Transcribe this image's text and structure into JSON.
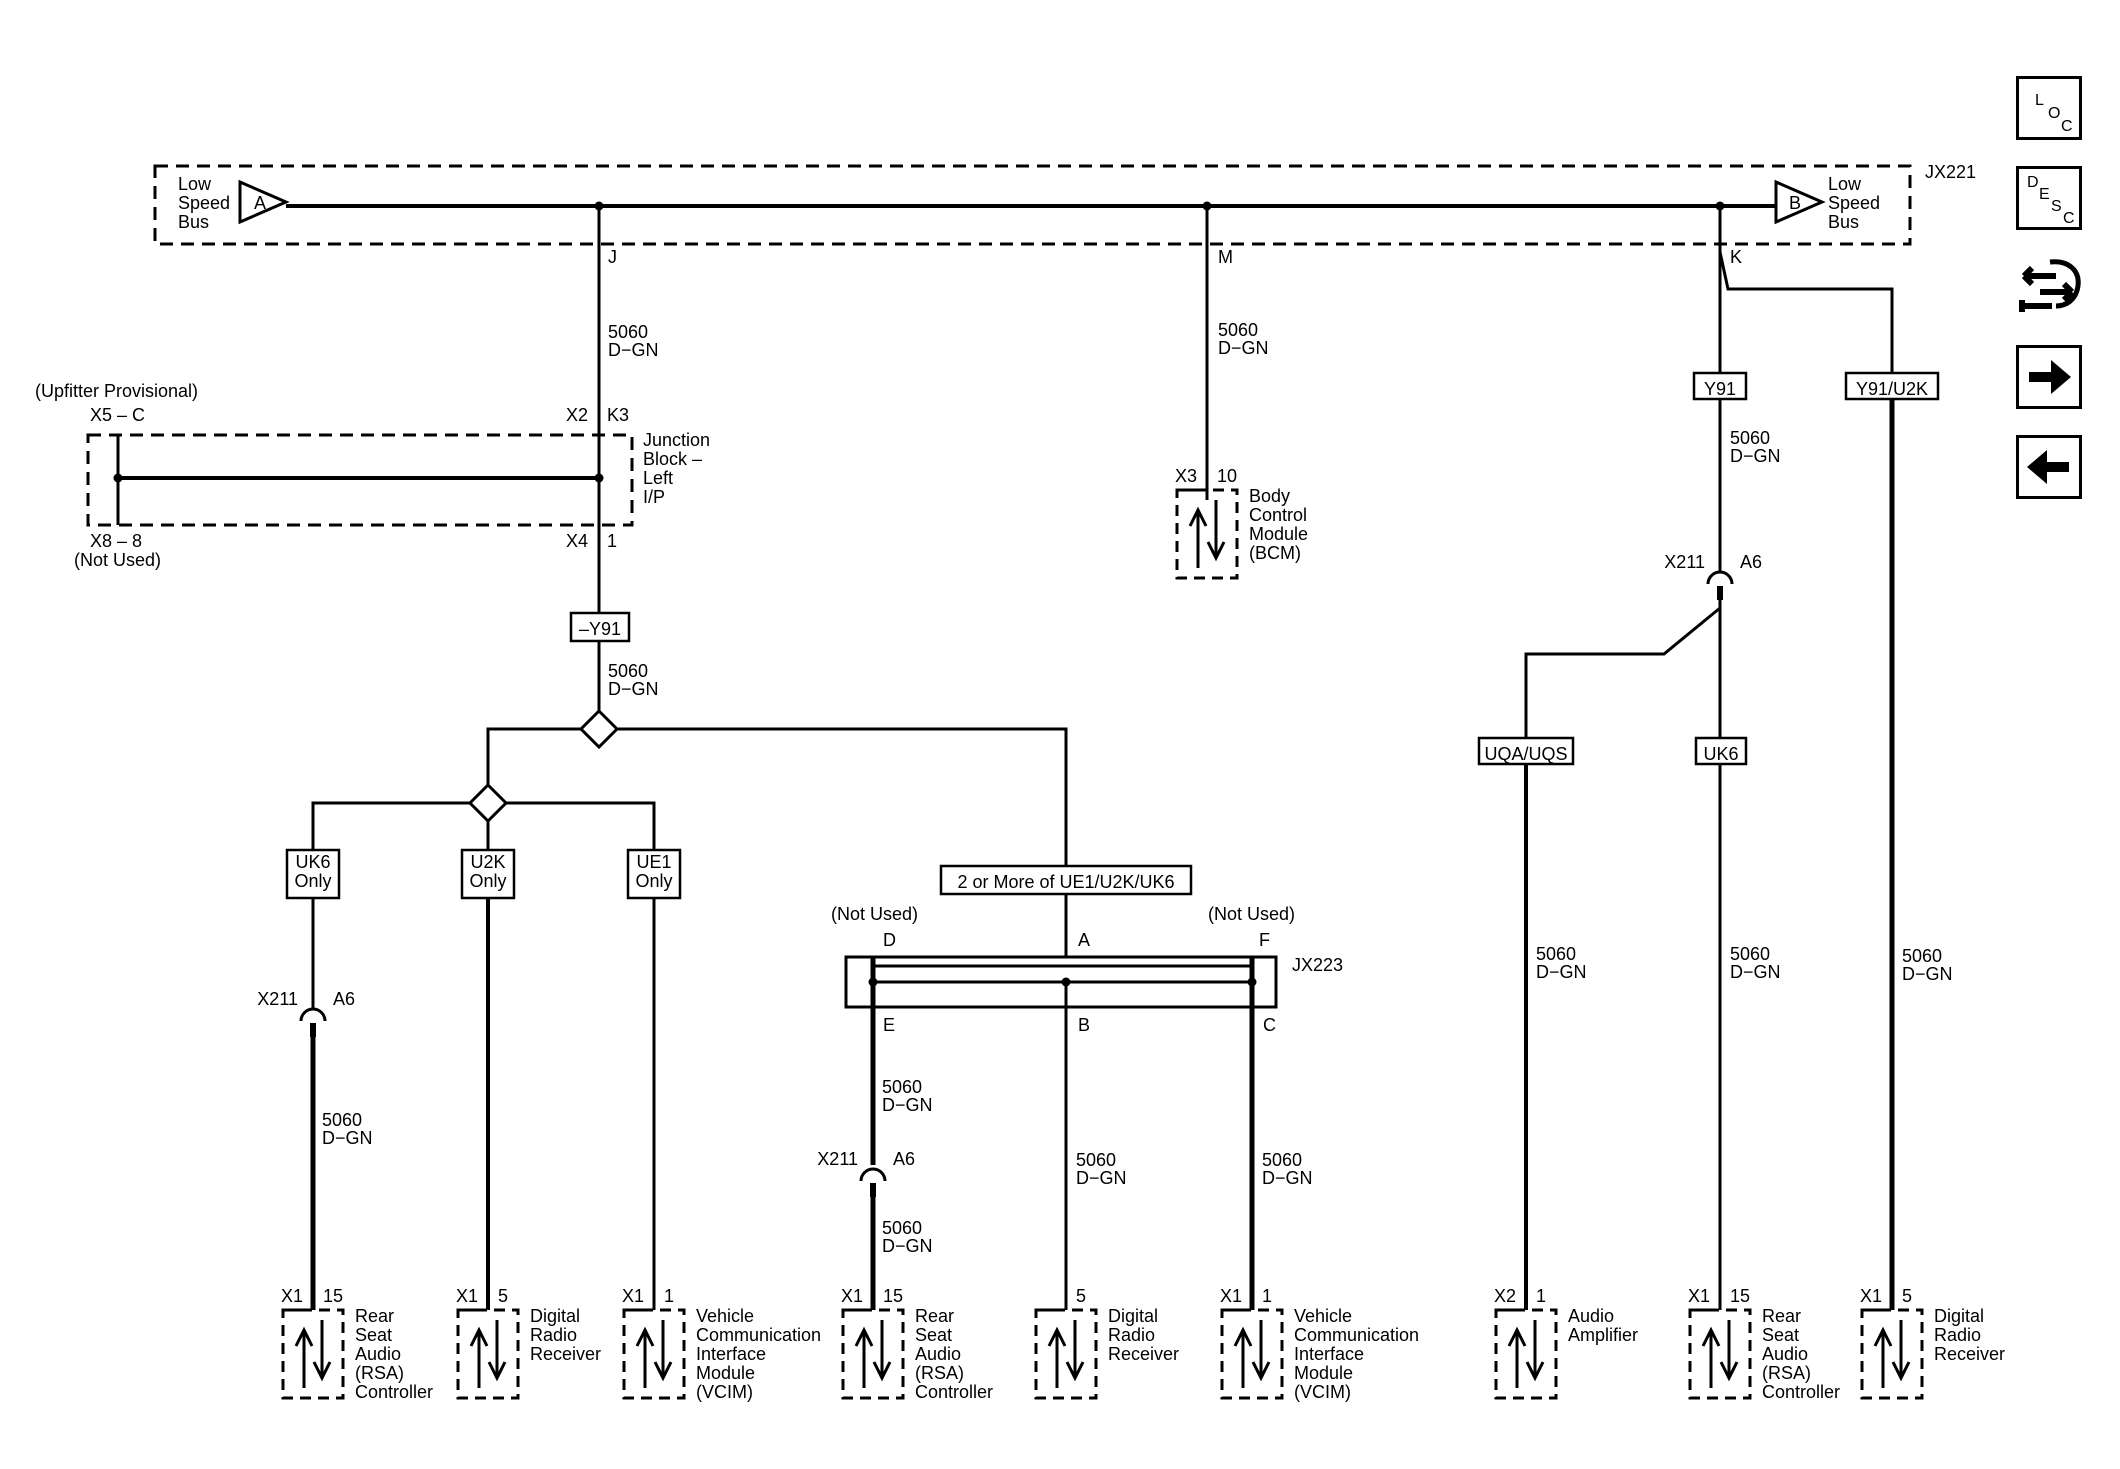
{
  "bus": {
    "left_label": "Low Speed Bus",
    "right_label": "Low Speed Bus",
    "left_connector": "A",
    "right_connector": "B",
    "id": "JX221"
  },
  "branch_pins": {
    "j": "J",
    "m": "M",
    "k": "K"
  },
  "wire": {
    "number": "5060",
    "color": "D−GN"
  },
  "junction_block": {
    "title": "(Upfitter Provisional)",
    "name": "Junction Block – Left I/P",
    "x5": "X5 – C",
    "x8": "X8 – 8",
    "not_used": "(Not Used)",
    "x2": "X2",
    "k3": "K3",
    "x4": "X4",
    "pin1": "1"
  },
  "options": {
    "not_y91": "–Y91",
    "uk6_only": "UK6 Only",
    "u2k_only": "U2K Only",
    "ue1_only": "UE1 Only",
    "two_or_more": "2 or More of UE1/U2K/UK6",
    "y91": "Y91",
    "y91_u2k": "Y91/U2K",
    "uqa_uqs": "UQA/UQS",
    "uk6": "UK6"
  },
  "splice": {
    "id": "JX223",
    "not_used": "(Not Used)",
    "pins": [
      "D",
      "A",
      "F",
      "E",
      "B",
      "C"
    ]
  },
  "inline": {
    "connector": "X211",
    "pin": "A6"
  },
  "modules": {
    "bcm": {
      "connector": "X3",
      "pin": "10",
      "name": "Body Control Module (BCM)"
    },
    "rsa1": {
      "connector": "X1",
      "pin": "15",
      "name": "Rear Seat Audio (RSA) Controller"
    },
    "drr1": {
      "connector": "X1",
      "pin": "5",
      "name": "Digital Radio Receiver"
    },
    "vcim1": {
      "connector": "X1",
      "pin": "1",
      "name": "Vehicle Communication Interface Module (VCIM)"
    },
    "rsa2": {
      "connector": "X1",
      "pin": "15",
      "name": "Rear Seat Audio (RSA) Controller"
    },
    "drr2": {
      "connector": "",
      "pin": "5",
      "name": "Digital Radio Receiver"
    },
    "vcim2": {
      "connector": "X1",
      "pin": "1",
      "name": "Vehicle Communication Interface Module (VCIM)"
    },
    "amp": {
      "connector": "X2",
      "pin": "1",
      "name": "Audio Amplifier"
    },
    "rsa3": {
      "connector": "X1",
      "pin": "15",
      "name": "Rear Seat Audio (RSA) Controller"
    },
    "drr3": {
      "connector": "X1",
      "pin": "5",
      "name": "Digital Radio Receiver"
    }
  },
  "nav": {
    "loc": [
      "L",
      "O",
      "C"
    ],
    "desc": [
      "D",
      "E",
      "S",
      "C"
    ]
  }
}
